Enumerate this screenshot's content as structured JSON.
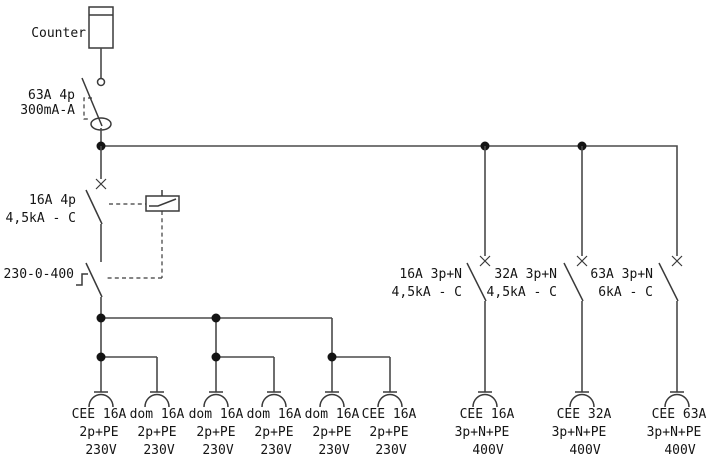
{
  "colors": {
    "wire": "#4a4a4a",
    "symbol": "#3a3a3a",
    "text": "#141414",
    "background": "#ffffff"
  },
  "counter": {
    "label": "Counter"
  },
  "main_rcd": {
    "rating": "63A 4p",
    "sensitivity": "300mA-A"
  },
  "sub_breaker": {
    "rating": "16A 4p",
    "breaking": "4,5kA - C"
  },
  "voltage_selector": {
    "label": "230-0-400"
  },
  "feeder_breakers": [
    {
      "rating": "16A 3p+N",
      "breaking": "4,5kA - C"
    },
    {
      "rating": "32A 3p+N",
      "breaking": "4,5kA - C"
    },
    {
      "rating": "63A 3p+N",
      "breaking": "6kA - C"
    }
  ],
  "outlets_230": [
    {
      "type": "CEE 16A",
      "config": "2p+PE",
      "voltage": "230V"
    },
    {
      "type": "dom 16A",
      "config": "2p+PE",
      "voltage": "230V"
    },
    {
      "type": "dom 16A",
      "config": "2p+PE",
      "voltage": "230V"
    },
    {
      "type": "dom 16A",
      "config": "2p+PE",
      "voltage": "230V"
    },
    {
      "type": "dom 16A",
      "config": "2p+PE",
      "voltage": "230V"
    },
    {
      "type": "CEE 16A",
      "config": "2p+PE",
      "voltage": "230V"
    }
  ],
  "outlets_400": [
    {
      "type": "CEE 16A",
      "config": "3p+N+PE",
      "voltage": "400V"
    },
    {
      "type": "CEE 32A",
      "config": "3p+N+PE",
      "voltage": "400V"
    },
    {
      "type": "CEE 63A",
      "config": "3p+N+PE",
      "voltage": "400V"
    }
  ]
}
